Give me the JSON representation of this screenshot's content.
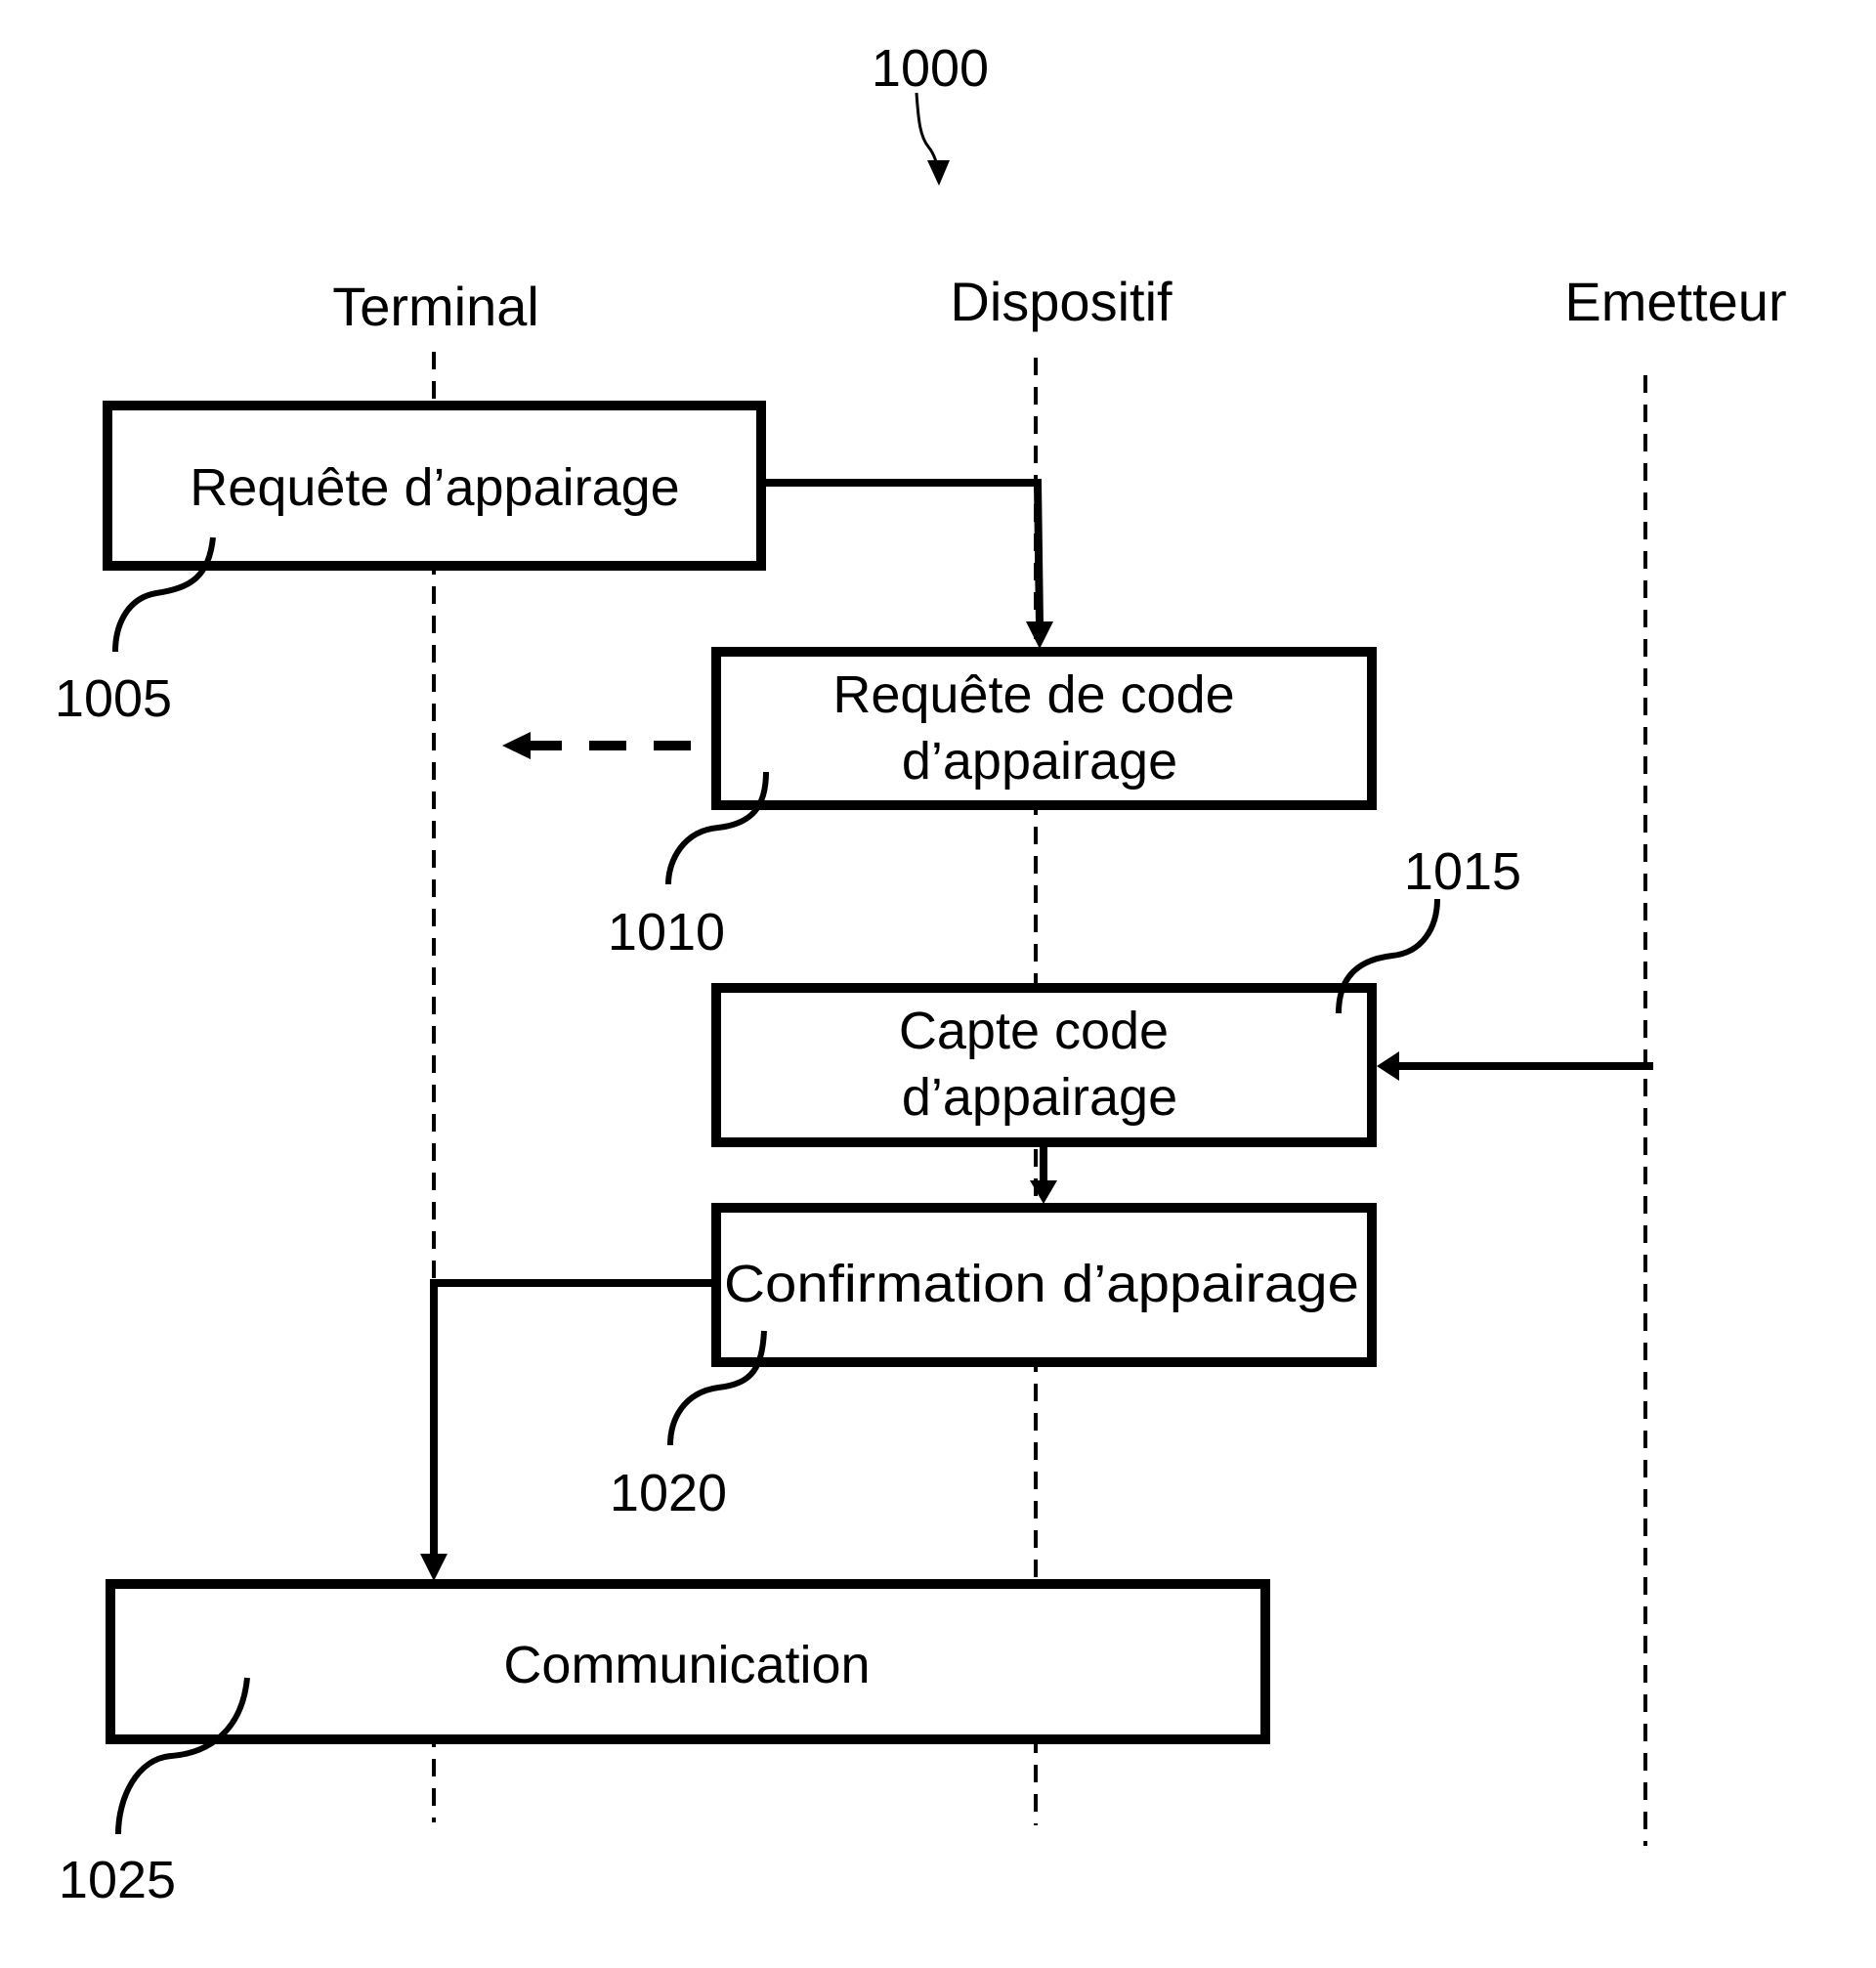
{
  "figure": {
    "reference": "1000"
  },
  "lanes": [
    {
      "id": "terminal",
      "label": "Terminal"
    },
    {
      "id": "dispositif",
      "label": "Dispositif"
    },
    {
      "id": "emetteur",
      "label": "Emetteur"
    }
  ],
  "steps": [
    {
      "ref": "1005",
      "lines": [
        "Requête d’appairage"
      ]
    },
    {
      "ref": "1010",
      "lines": [
        "Requête de code",
        "d’appairage"
      ]
    },
    {
      "ref": "1015",
      "lines": [
        "Capte code",
        "d’appairage"
      ]
    },
    {
      "ref": "1020",
      "lines": [
        "Confirmation d’appairage"
      ]
    },
    {
      "ref": "1025",
      "lines": [
        "Communication"
      ]
    }
  ],
  "messages": [
    {
      "from": "1005",
      "to": "1010",
      "style": "solid"
    },
    {
      "from": "1010",
      "to": "terminal",
      "style": "dashed"
    },
    {
      "from": "emetteur",
      "to": "1015",
      "style": "solid"
    },
    {
      "from": "1015",
      "to": "1020",
      "style": "solid"
    },
    {
      "from": "1020",
      "to": "1025",
      "style": "solid"
    }
  ]
}
